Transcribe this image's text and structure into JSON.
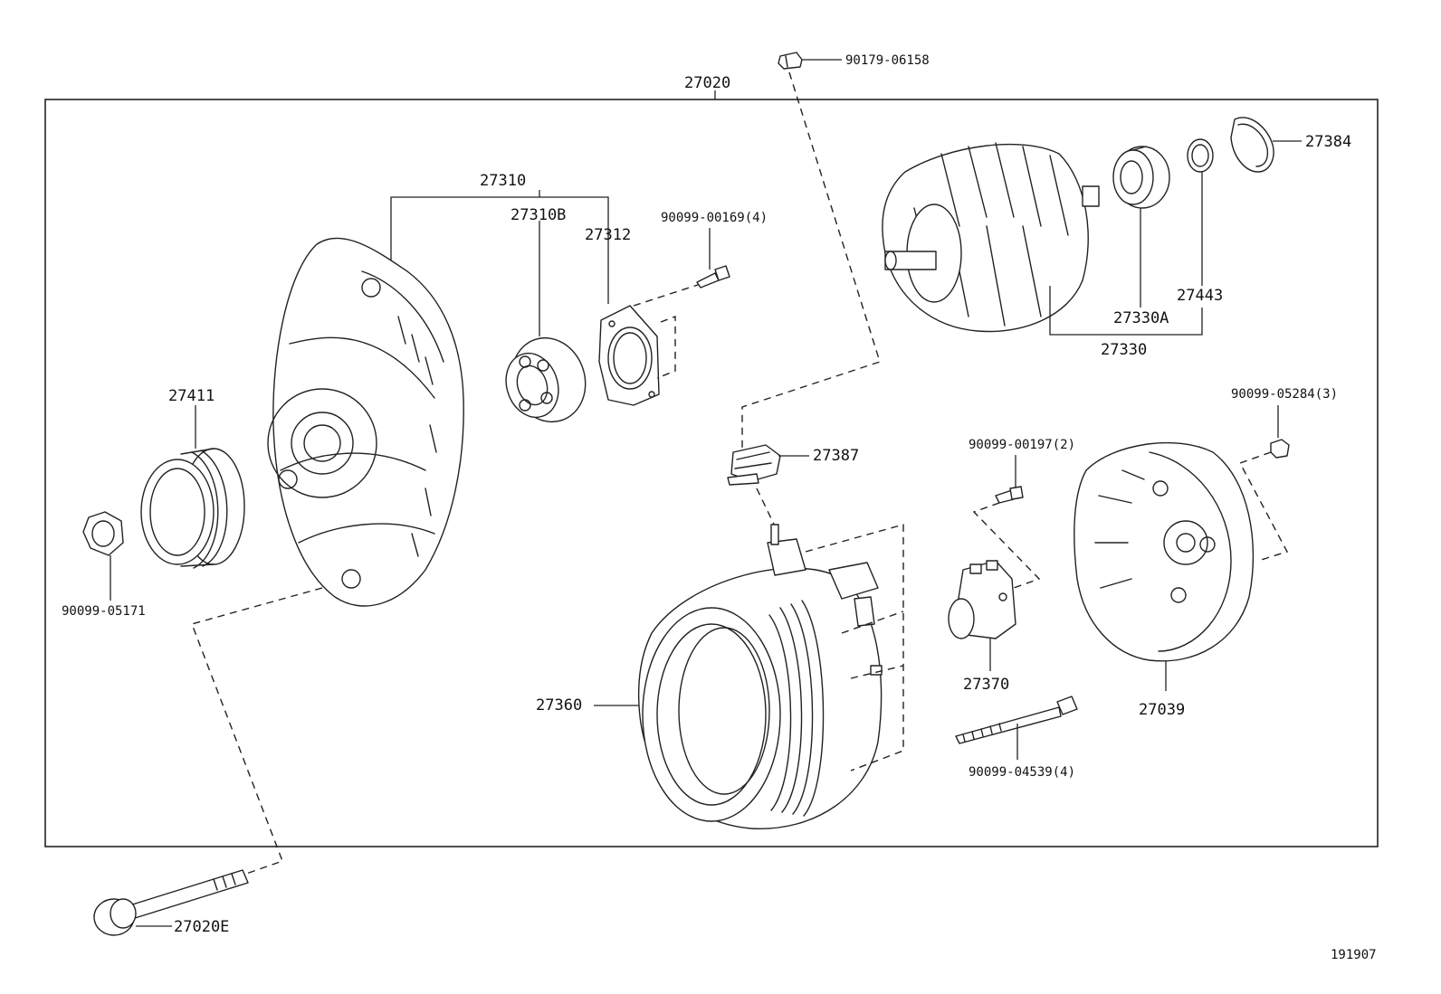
{
  "assembly_label": "27020",
  "figure_code": "191907",
  "parts": {
    "p90179_06158": "90179-06158",
    "p27310": "27310",
    "p27310B": "27310B",
    "p27312": "27312",
    "p90099_00169": "90099-00169(4)",
    "p27384": "27384",
    "p27443": "27443",
    "p27330A": "27330A",
    "p27330": "27330",
    "p27411": "27411",
    "p90099_05171": "90099-05171",
    "p27387": "27387",
    "p90099_00197": "90099-00197(2)",
    "p90099_05284": "90099-05284(3)",
    "p27360": "27360",
    "p27370": "27370",
    "p27039": "27039",
    "p90099_04539": "90099-04539(4)",
    "p27020E": "27020E"
  }
}
